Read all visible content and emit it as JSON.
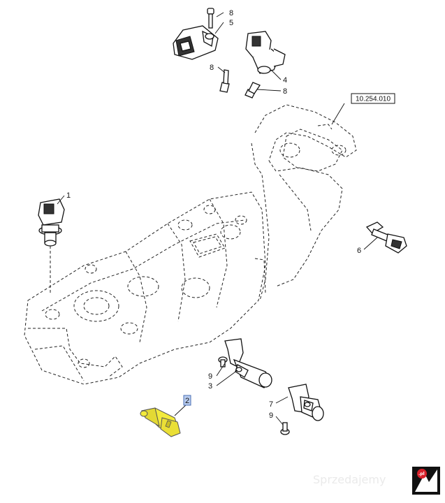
{
  "diagram": {
    "callouts": {
      "c1": "1",
      "c2": "2",
      "c3": "3",
      "c4": "4",
      "c5": "5",
      "c6": "6",
      "c7": "7",
      "c8a": "8",
      "c8b": "8",
      "c8c": "8",
      "c9a": "9",
      "c9b": "9"
    },
    "reference": "10.254.010",
    "highlight_color": "#f2ea3c",
    "highlight_box_color": "#7ea6e0"
  },
  "watermark": {
    "text": "Sprzedajemy",
    "domain": ".pl"
  }
}
